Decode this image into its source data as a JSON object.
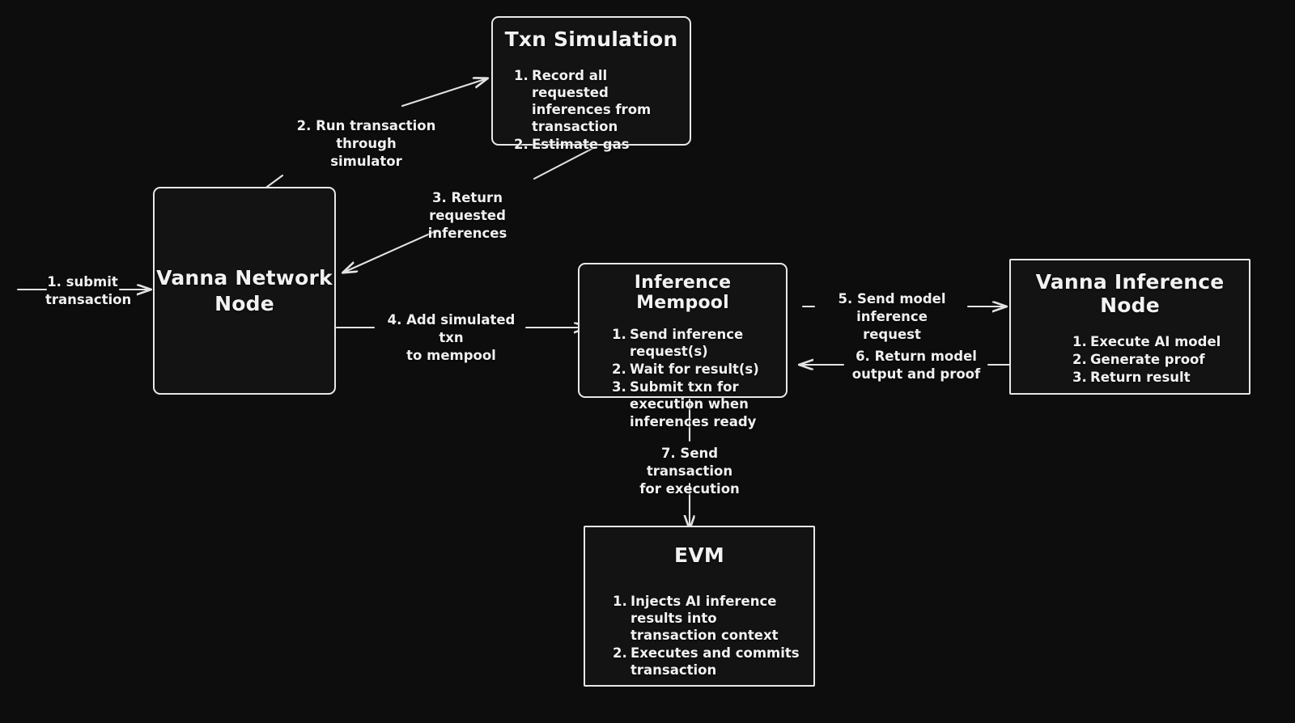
{
  "diagram": {
    "title": "Vanna Network transaction and AI inference flow",
    "background_color": "#0d0d0d",
    "stroke_color": "#e8e8e8",
    "text_color": "#f2f2f2",
    "nodes": [
      {
        "id": "txn-simulation",
        "title": "Txn Simulation",
        "items": [
          {
            "num": "1.",
            "text": "Record all requested inferences from transaction"
          },
          {
            "num": "2.",
            "text": "Estimate gas"
          }
        ]
      },
      {
        "id": "vanna-network-node",
        "title": "Vanna Network\nNode",
        "items": []
      },
      {
        "id": "inference-mempool",
        "title": "Inference Mempool",
        "items": [
          {
            "num": "1.",
            "text": "Send inference request(s)"
          },
          {
            "num": "2.",
            "text": "Wait for result(s)"
          },
          {
            "num": "3.",
            "text": "Submit txn for execution when inferences ready"
          }
        ]
      },
      {
        "id": "vanna-inference-node",
        "title": "Vanna Inference Node",
        "items": [
          {
            "num": "1.",
            "text": "Execute AI model"
          },
          {
            "num": "2.",
            "text": "Generate proof"
          },
          {
            "num": "3.",
            "text": "Return result"
          }
        ]
      },
      {
        "id": "evm",
        "title": "EVM",
        "items": [
          {
            "num": "1.",
            "text": "Injects AI inference results into transaction context"
          },
          {
            "num": "2.",
            "text": "Executes and commits transaction"
          }
        ]
      }
    ],
    "edges": [
      {
        "id": "edge-1",
        "label": "1. submit\ntransaction"
      },
      {
        "id": "edge-2",
        "label": "2. Run transaction through\nsimulator"
      },
      {
        "id": "edge-3",
        "label": "3. Return requested\ninferences"
      },
      {
        "id": "edge-4",
        "label": "4. Add simulated txn\nto mempool"
      },
      {
        "id": "edge-5",
        "label": "5. Send model inference\nrequest"
      },
      {
        "id": "edge-6",
        "label": "6. Return model\noutput and proof"
      },
      {
        "id": "edge-7",
        "label": "7. Send transaction\nfor execution"
      }
    ]
  }
}
